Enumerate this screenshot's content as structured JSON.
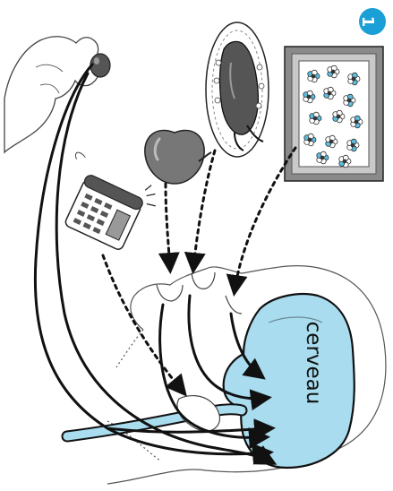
{
  "badge": {
    "number": "1",
    "color": "#1a9fd6"
  },
  "brain": {
    "label": "cerveau",
    "fill": "#a8dcee",
    "stroke": "#111111"
  },
  "colors": {
    "ink": "#111111",
    "object_gray": "#6f6f6f",
    "object_dark": "#3c3c3c",
    "nerve_fill": "#a8dcee",
    "frame_gray": "#8a8a8a",
    "flower_blue": "#5bbde0"
  },
  "stimuli": [
    {
      "id": "hand-touch",
      "icon": "hand-holding-ball-icon"
    },
    {
      "id": "phone-sound",
      "icon": "telephone-icon"
    },
    {
      "id": "apple-taste",
      "icon": "apple-icon"
    },
    {
      "id": "roast-smell",
      "icon": "roast-chicken-platter-icon"
    },
    {
      "id": "painting-sight",
      "icon": "framed-painting-icon"
    }
  ]
}
